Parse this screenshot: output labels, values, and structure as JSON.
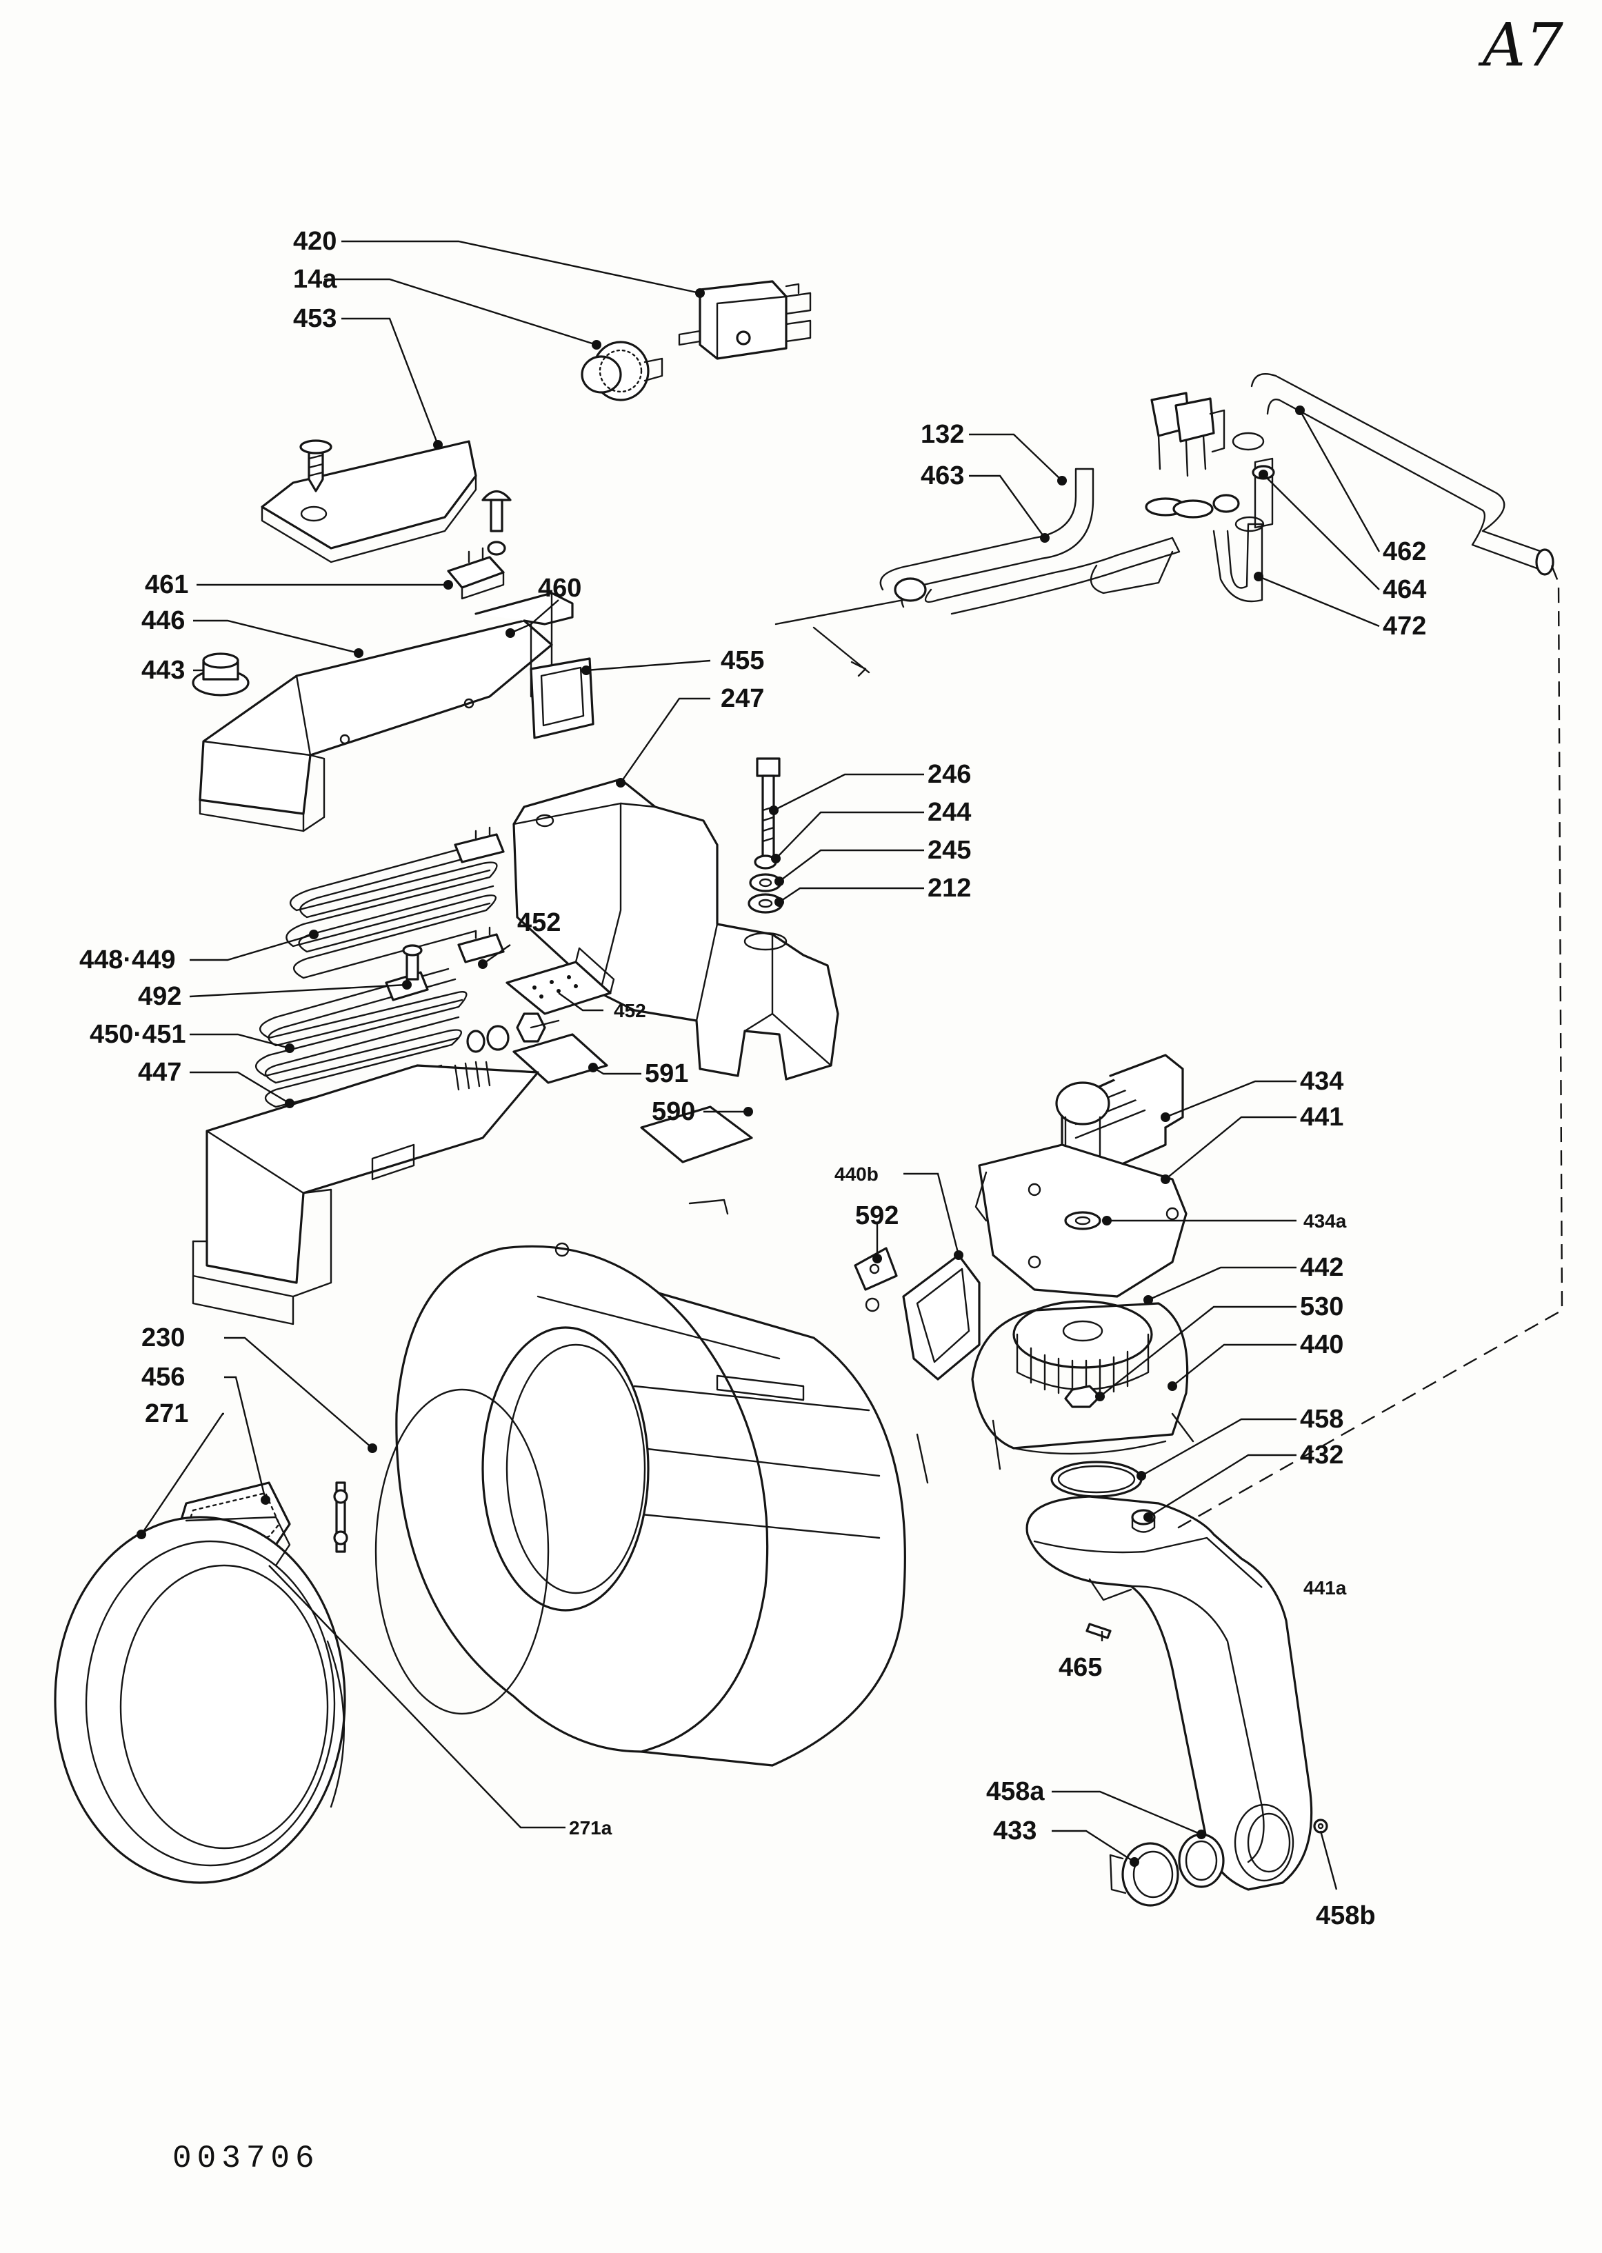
{
  "sheet_id": "A7",
  "drawing_number": "003706",
  "labels": {
    "l420": "420",
    "l14a": "14a",
    "l453": "453",
    "l461": "461",
    "l460": "460",
    "l446": "446",
    "l443": "443",
    "l455": "455",
    "l247": "247",
    "l246": "246",
    "l244": "244",
    "l245": "245",
    "l212": "212",
    "l132": "132",
    "l463": "463",
    "l462": "462",
    "l464": "464",
    "l472": "472",
    "l448_449": "448·449",
    "l452a": "452",
    "l452b": "452",
    "l492": "492",
    "l450_451": "450·451",
    "l591": "591",
    "l447": "447",
    "l590": "590",
    "l434": "434",
    "l441": "441",
    "l440b": "440b",
    "l592": "592",
    "l434a": "434a",
    "l442": "442",
    "l530": "530",
    "l440": "440",
    "l458": "458",
    "l432": "432",
    "l441a": "441a",
    "l465": "465",
    "l230": "230",
    "l456": "456",
    "l271": "271",
    "l271a": "271a",
    "l458a": "458a",
    "l433": "433",
    "l458b": "458b"
  }
}
